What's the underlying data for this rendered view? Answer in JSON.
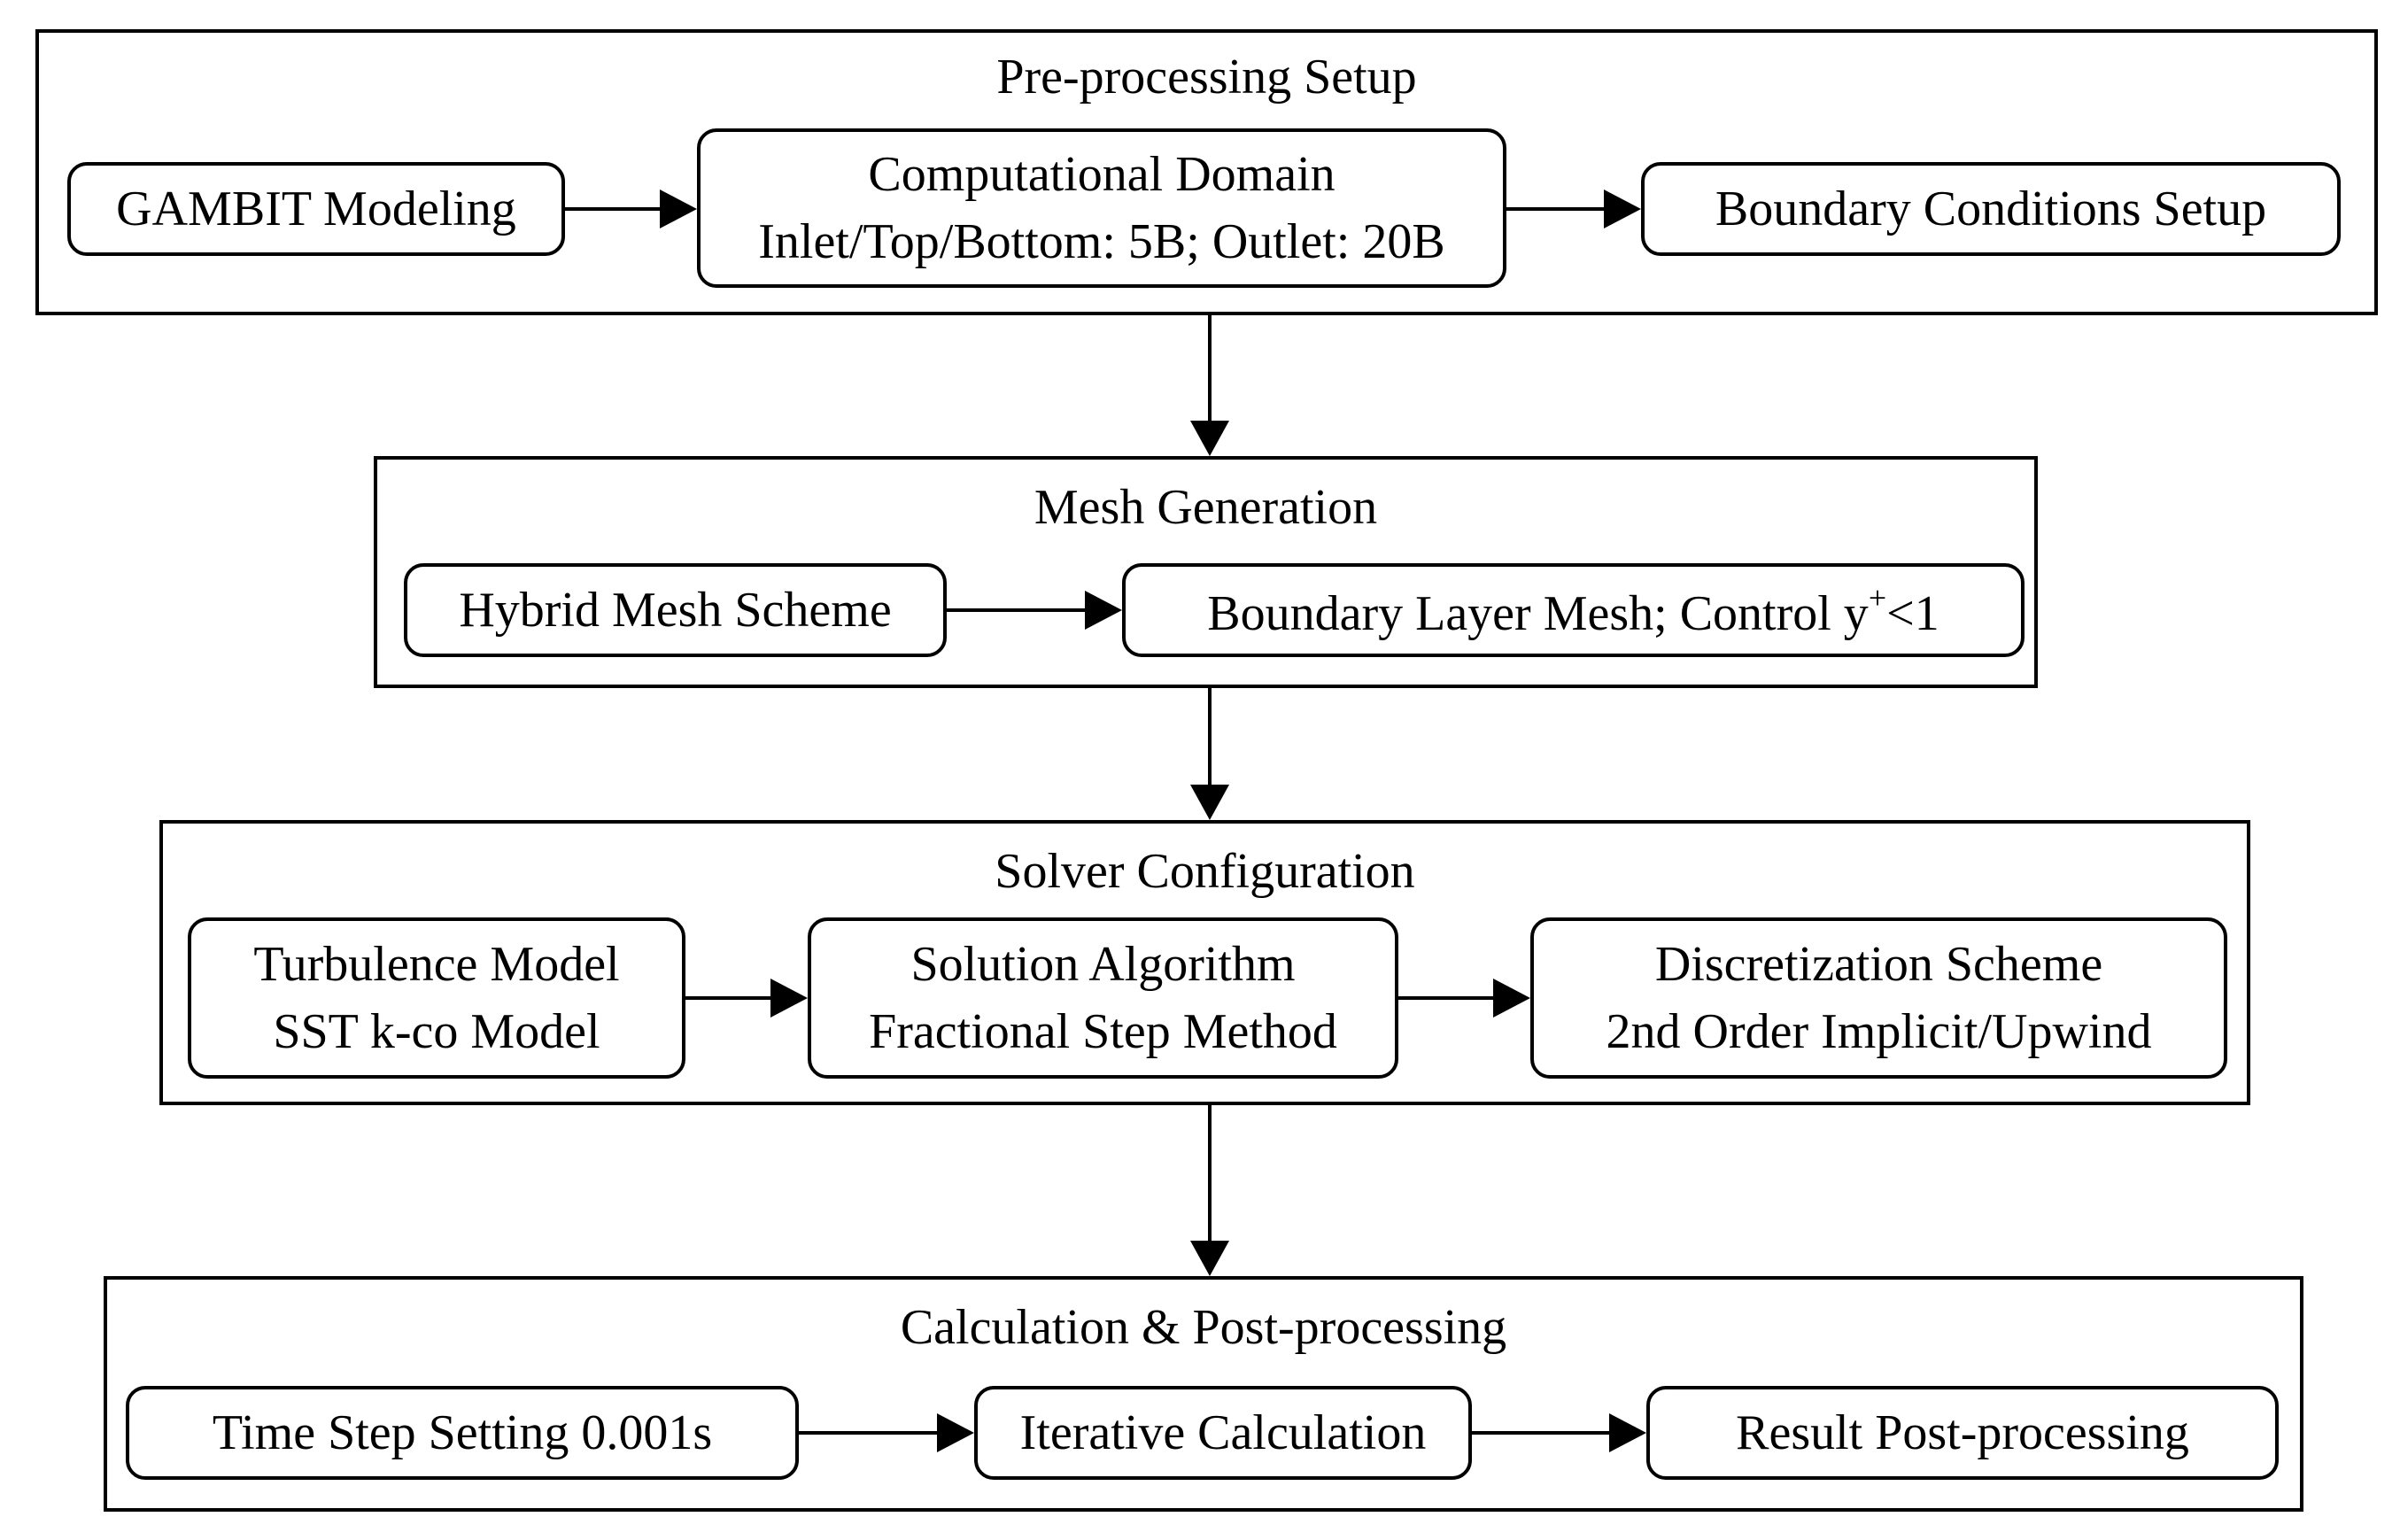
{
  "stages": [
    {
      "title": "Pre-processing Setup",
      "nodes": [
        {
          "line1": "GAMBIT Modeling"
        },
        {
          "line1": "Computational Domain",
          "line2": "Inlet/Top/Bottom: 5B; Outlet: 20B"
        },
        {
          "line1": "Boundary Conditions Setup"
        }
      ]
    },
    {
      "title": "Mesh Generation",
      "nodes": [
        {
          "line1": "Hybrid Mesh Scheme"
        },
        {
          "line1_prefix": "Boundary Layer Mesh; Control y",
          "line1_sup": "+",
          "line1_suffix": "<1"
        }
      ]
    },
    {
      "title": "Solver Configuration",
      "nodes": [
        {
          "line1": "Turbulence Model",
          "line2": "SST k-co Model"
        },
        {
          "line1": "Solution Algorithm",
          "line2": "Fractional Step Method"
        },
        {
          "line1": "Discretization Scheme",
          "line2": "2nd Order Implicit/Upwind"
        }
      ]
    },
    {
      "title": "Calculation & Post-processing",
      "nodes": [
        {
          "line1": "Time Step Setting 0.001s"
        },
        {
          "line1": "Iterative Calculation"
        },
        {
          "line1": "Result Post-processing"
        }
      ]
    }
  ],
  "colors": {
    "stroke": "#000000",
    "background": "#ffffff"
  }
}
